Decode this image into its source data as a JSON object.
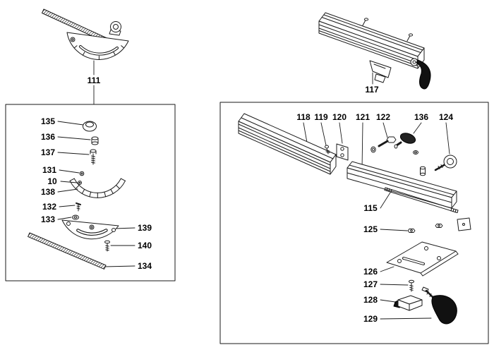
{
  "colors": {
    "line": "#1a1a1a",
    "background": "#ffffff",
    "black_part_fill": "#111111"
  },
  "labels": {
    "assembly_left": "111",
    "assembly_right": "117",
    "left_box": [
      "135",
      "136",
      "137",
      "131",
      "10",
      "138",
      "132",
      "133",
      "139",
      "140",
      "134"
    ],
    "right_box": [
      "118",
      "119",
      "120",
      "121",
      "122",
      "136",
      "124",
      "115",
      "125",
      "126",
      "127",
      "128",
      "129"
    ]
  }
}
